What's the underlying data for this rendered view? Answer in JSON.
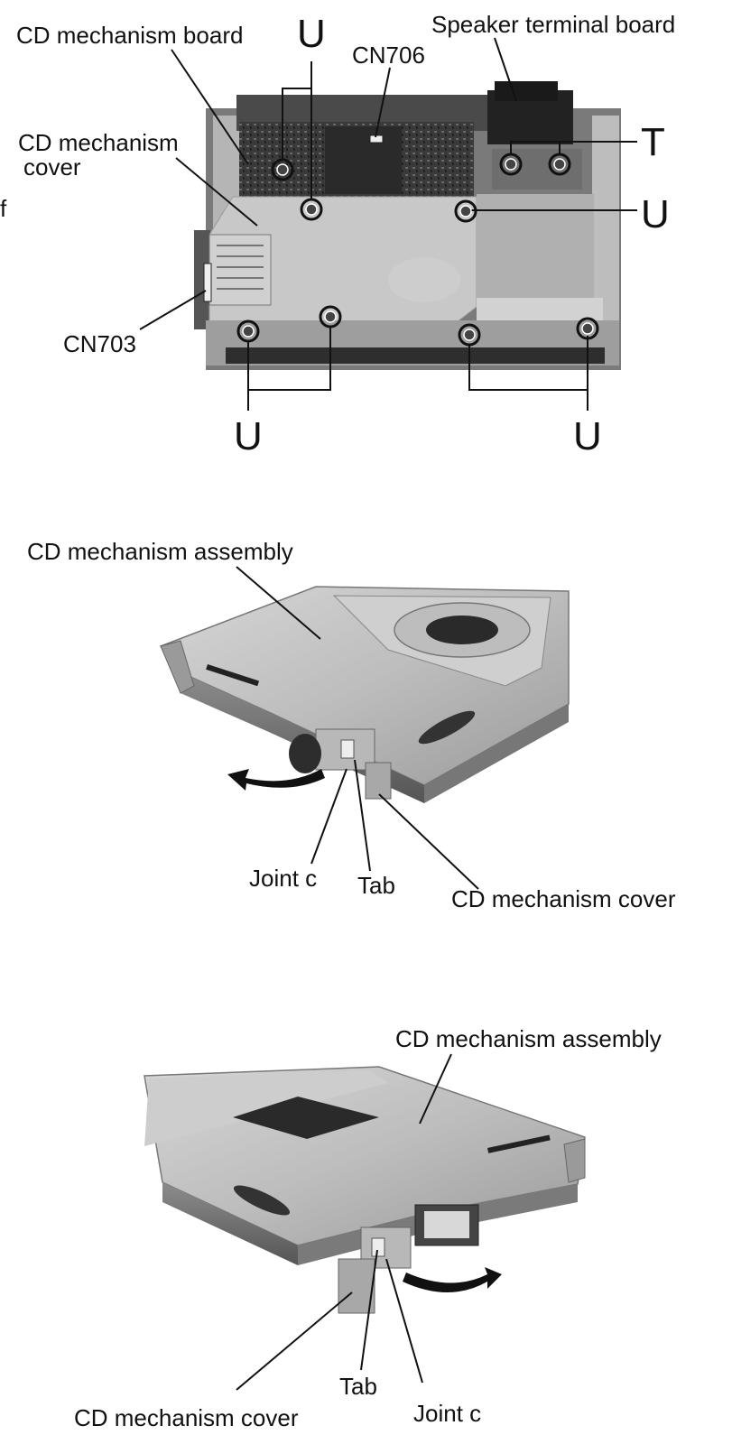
{
  "figure1": {
    "labels": {
      "cd_mechanism_board": "CD mechanism board",
      "cd_mechanism_cover_line1": "CD mechanism",
      "cd_mechanism_cover_line2": "cover",
      "cn706": "CN706",
      "speaker_terminal_board": "Speaker terminal board",
      "cn703": "CN703",
      "screw_u": "U",
      "screw_t": "T",
      "cropped_fragment": "f"
    }
  },
  "figure2": {
    "labels": {
      "cd_mechanism_assembly": "CD mechanism assembly",
      "joint_c": "Joint c",
      "tab": "Tab",
      "cd_mechanism_cover": "CD mechanism cover"
    }
  },
  "figure3": {
    "labels": {
      "cd_mechanism_assembly": "CD mechanism assembly",
      "cd_mechanism_cover": "CD mechanism cover",
      "tab": "Tab",
      "joint_c": "Joint c"
    }
  }
}
